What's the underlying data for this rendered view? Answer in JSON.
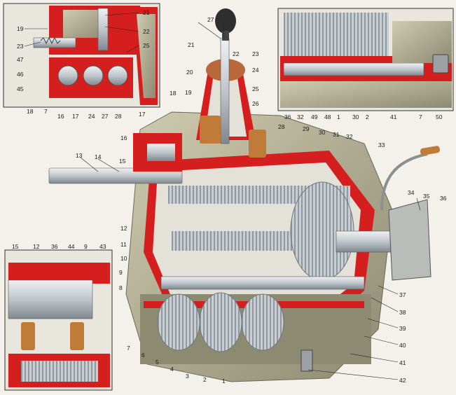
{
  "colors": {
    "background": "#f4f1ea",
    "casing": "#b9b59a",
    "casing_dark": "#8d8a72",
    "section_red": "#d51f1f",
    "steel": "#cfd3d6",
    "steel_dark": "#8e979e",
    "bronze": "#c07b38",
    "knob": "#2e2e2e"
  },
  "labels": {
    "main": [
      "1",
      "2",
      "3",
      "4",
      "5",
      "6",
      "7",
      "8",
      "9",
      "10",
      "11",
      "12",
      "13",
      "14",
      "15",
      "16",
      "17",
      "18",
      "19",
      "20",
      "21",
      "22",
      "23",
      "24",
      "25",
      "26",
      "27",
      "28",
      "29",
      "30",
      "31",
      "32",
      "33",
      "34",
      "35",
      "36",
      "37",
      "38",
      "39",
      "40",
      "41",
      "42"
    ],
    "top_left": [
      "19",
      "21",
      "22",
      "23",
      "25",
      "47",
      "46",
      "45",
      "18",
      "7",
      "16",
      "17",
      "24",
      "27",
      "28"
    ],
    "top_right": [
      "36",
      "32",
      "49",
      "48",
      "1",
      "30",
      "2",
      "41",
      "7",
      "50"
    ],
    "bottom_left": [
      "15",
      "12",
      "36",
      "44",
      "9",
      "43"
    ]
  }
}
